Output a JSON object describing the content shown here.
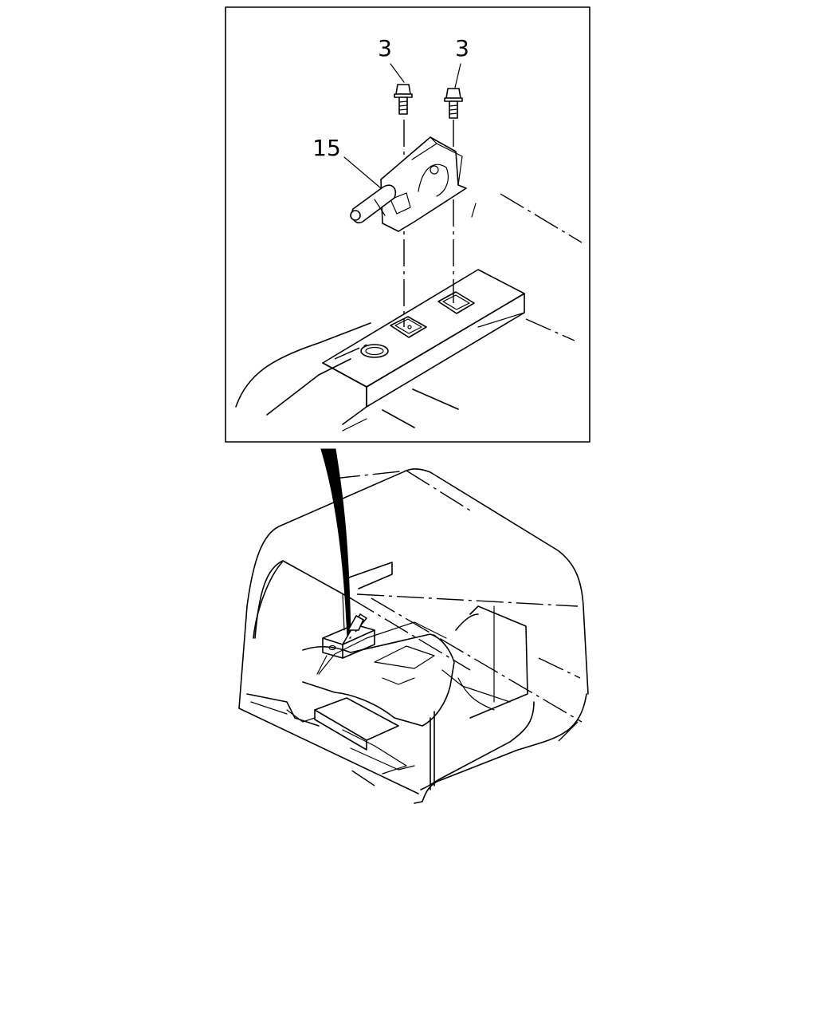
{
  "diagram": {
    "callouts": {
      "bolt_left": "3",
      "bolt_right": "3",
      "bracket": "15"
    }
  }
}
